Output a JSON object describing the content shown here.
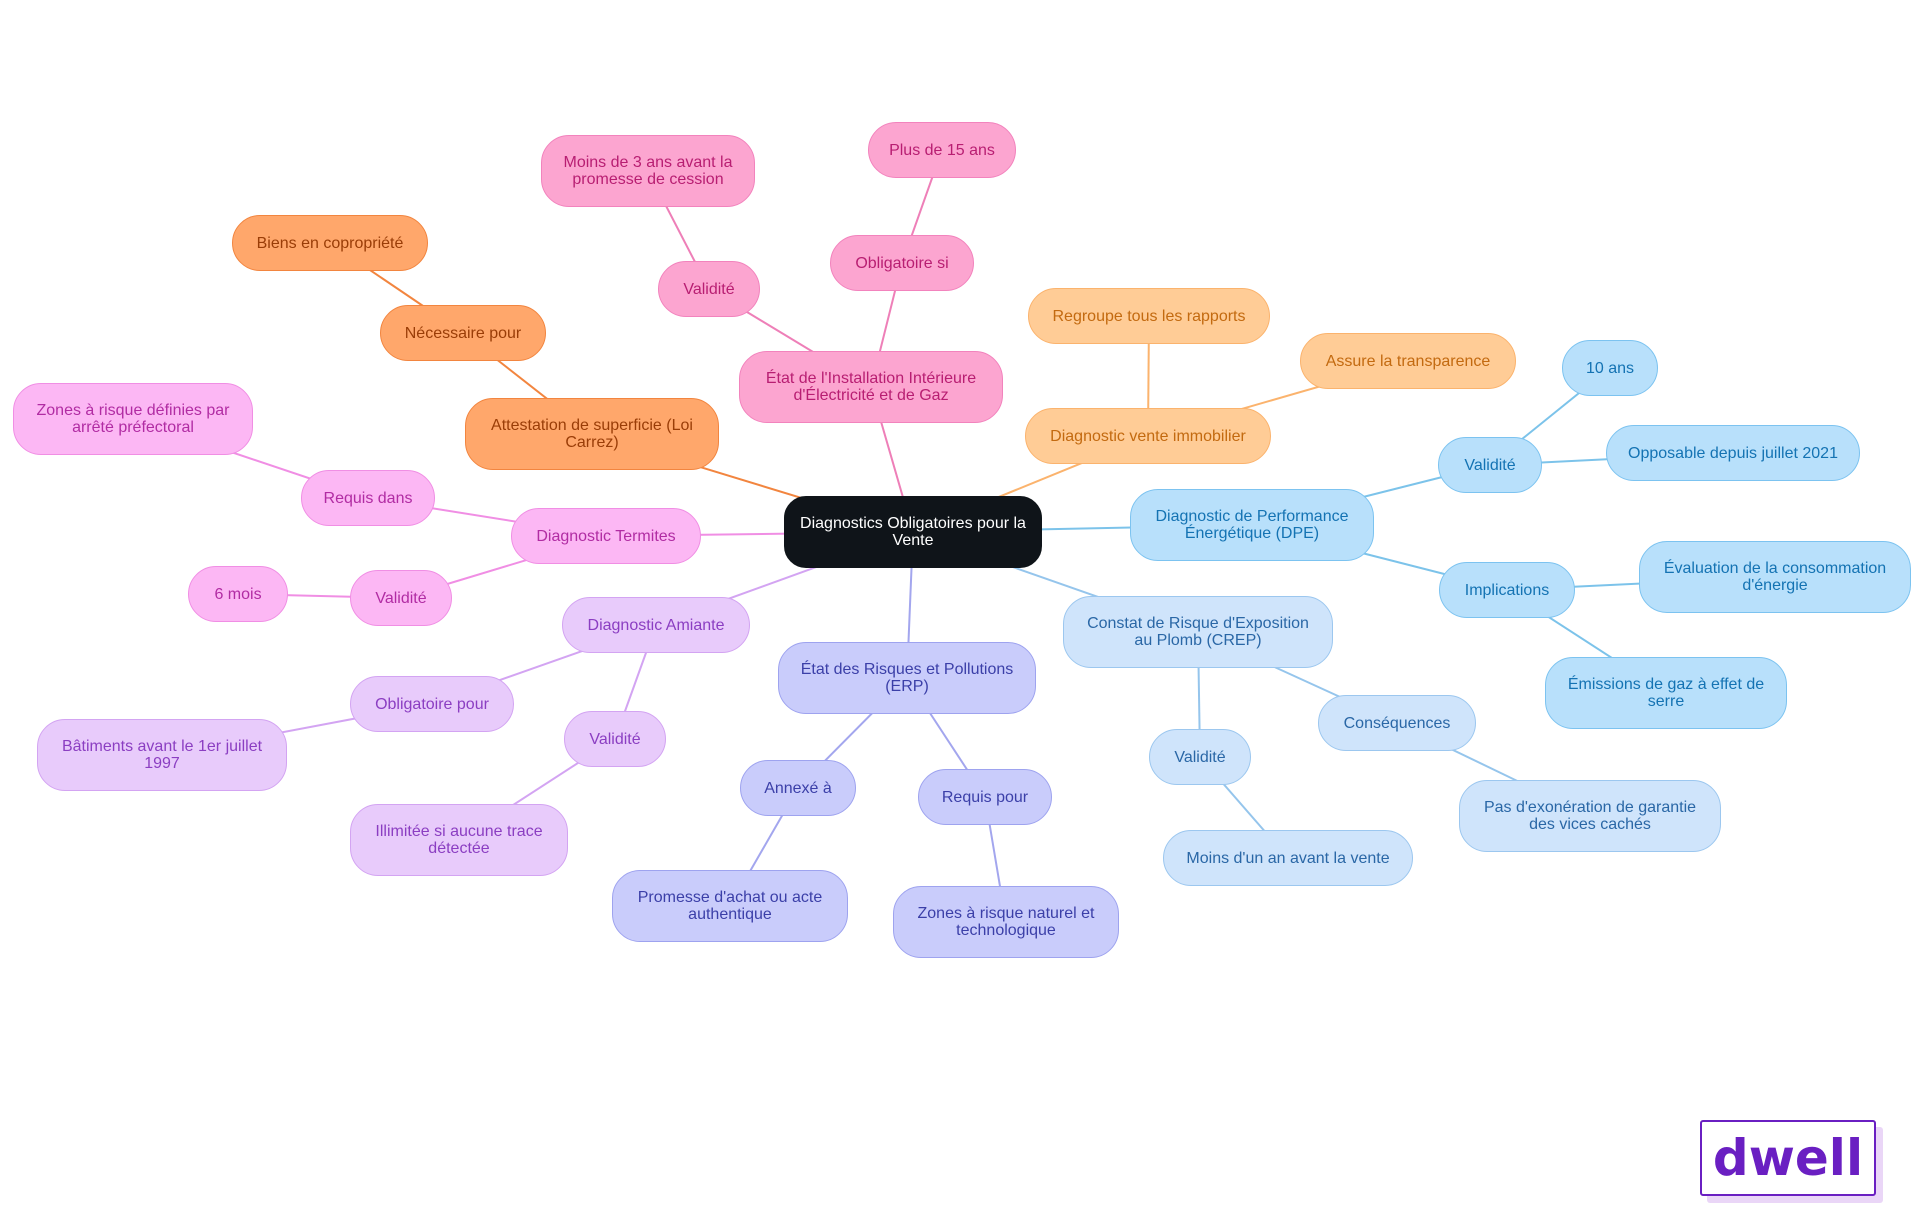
{
  "root": {
    "label": "Diagnostics Obligatoires pour la Vente",
    "color": "#0f1419",
    "text": "#ffffff"
  },
  "palettes": {
    "dpe": {
      "fill": "#b8e0fb",
      "stroke": "#7cc3f0",
      "text": "#1473b3",
      "edge": "#7cc3ea"
    },
    "crep": {
      "fill": "#cfe4fb",
      "stroke": "#9cc7ef",
      "text": "#2a67a6",
      "edge": "#95c5ec"
    },
    "erp": {
      "fill": "#c9ccfb",
      "stroke": "#9ea3ef",
      "text": "#3b3fa8",
      "edge": "#a3a6ee"
    },
    "amiante": {
      "fill": "#e8cbfb",
      "stroke": "#d3a4f2",
      "text": "#8b3ec2",
      "edge": "#d3a4f2"
    },
    "termites": {
      "fill": "#fcb7f4",
      "stroke": "#f08ee4",
      "text": "#b12ca3",
      "edge": "#f08ee4"
    },
    "carrez": {
      "fill": "#ffa76b",
      "stroke": "#f2853f",
      "text": "#9a3d07",
      "edge": "#f2853f"
    },
    "elec": {
      "fill": "#fca5d0",
      "stroke": "#f283bd",
      "text": "#b81e72",
      "edge": "#ee7fb8"
    },
    "vente": {
      "fill": "#ffcc96",
      "stroke": "#fbb36d",
      "text": "#c36a10",
      "edge": "#fbb36d"
    }
  },
  "branches": {
    "dpe": {
      "label": "Diagnostic de Performance Énergétique (DPE)",
      "validite": {
        "label": "Validité",
        "items": [
          "10 ans",
          "Opposable depuis juillet 2021"
        ]
      },
      "implications": {
        "label": "Implications",
        "items": [
          "Évaluation de la consommation d'énergie",
          "Émissions de gaz à effet de serre"
        ]
      }
    },
    "crep": {
      "label": "Constat de Risque d'Exposition au Plomb (CREP)",
      "validite": {
        "label": "Validité",
        "items": [
          "Moins d'un an avant la vente"
        ]
      },
      "consequences": {
        "label": "Conséquences",
        "items": [
          "Pas d'exonération de garantie des vices cachés"
        ]
      }
    },
    "erp": {
      "label": "État des Risques et Pollutions (ERP)",
      "annexe": {
        "label": "Annexé à",
        "items": [
          "Promesse d'achat ou acte authentique"
        ]
      },
      "requis": {
        "label": "Requis pour",
        "items": [
          "Zones à risque naturel et technologique"
        ]
      }
    },
    "amiante": {
      "label": "Diagnostic Amiante",
      "obligatoire": {
        "label": "Obligatoire pour",
        "items": [
          "Bâtiments avant le 1er juillet 1997"
        ]
      },
      "validite": {
        "label": "Validité",
        "items": [
          "Illimitée si aucune trace détectée"
        ]
      }
    },
    "termites": {
      "label": "Diagnostic Termites",
      "requis": {
        "label": "Requis dans",
        "items": [
          "Zones à risque définies par arrêté préfectoral"
        ]
      },
      "validite": {
        "label": "Validité",
        "items": [
          "6 mois"
        ]
      }
    },
    "carrez": {
      "label": "Attestation de superficie (Loi Carrez)",
      "necessaire": {
        "label": "Nécessaire pour",
        "items": [
          "Biens en copropriété"
        ]
      }
    },
    "elec": {
      "label": "État de l'Installation Intérieure d'Électricité et de Gaz",
      "validite": {
        "label": "Validité",
        "items": [
          "Moins de 3 ans avant la promesse de cession"
        ]
      },
      "obligatoire": {
        "label": "Obligatoire si",
        "items": [
          "Plus de 15 ans"
        ]
      }
    },
    "vente": {
      "label": "Diagnostic vente immobilier",
      "items": [
        "Regroupe tous les rapports",
        "Assure la transparence"
      ]
    }
  },
  "logo": {
    "text": "dwell",
    "color": "#6a1fc2"
  }
}
